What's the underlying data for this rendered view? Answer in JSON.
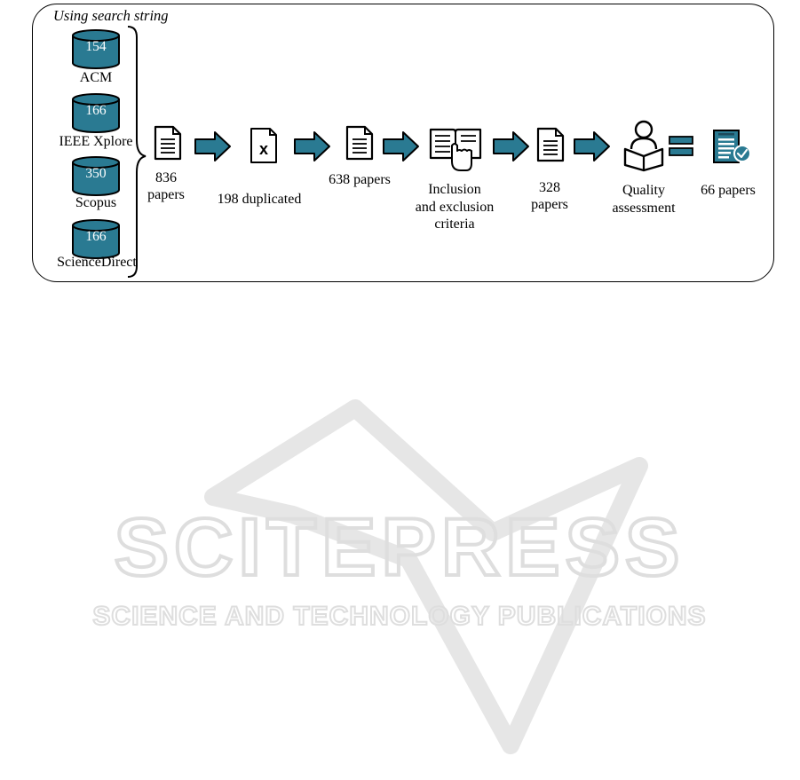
{
  "heading": "Using search string",
  "sources": [
    {
      "count": "154",
      "name": "ACM"
    },
    {
      "count": "166",
      "name": "IEEE Xplore"
    },
    {
      "count": "350",
      "name": "Scopus"
    },
    {
      "count": "166",
      "name": "ScienceDirect"
    }
  ],
  "steps": {
    "total": [
      "836",
      "papers"
    ],
    "duplicated": "198 duplicated",
    "after_dedup": "638 papers",
    "criteria": [
      "Inclusion",
      "and exclusion",
      "criteria"
    ],
    "after_criteria": [
      "328",
      "papers"
    ],
    "quality": [
      "Quality",
      "assessment"
    ],
    "final": "66 papers"
  },
  "colors": {
    "accent": "#2a7a92",
    "watermark": "#e4e4e4"
  },
  "watermark": {
    "line1": "SCITEPRESS",
    "line2": "SCIENCE AND TECHNOLOGY PUBLICATIONS"
  }
}
